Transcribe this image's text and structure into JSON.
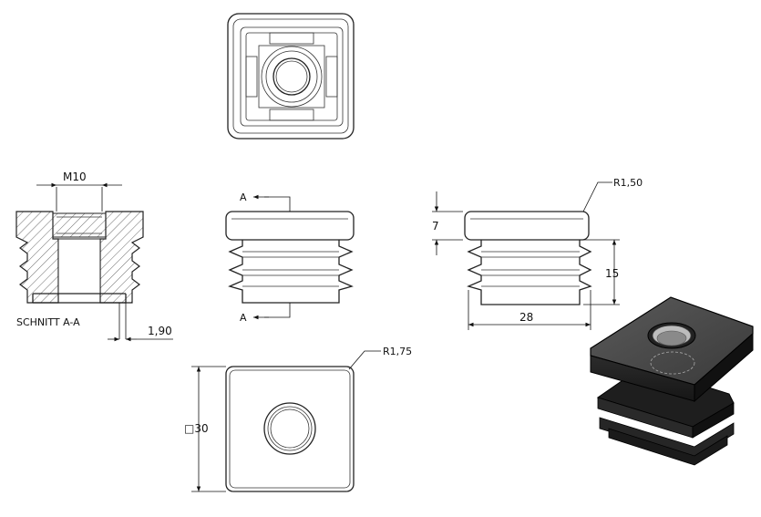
{
  "drawing": {
    "section_label": "SCHNITT A-A",
    "section_marker_top": "A",
    "section_marker_bottom": "A",
    "dimensions": {
      "thread": "M10",
      "wall_thickness": "1,90",
      "head_height": "7",
      "fin_height": "15",
      "fin_width": "28",
      "radius_head": "R1,50",
      "radius_corner": "R1,75",
      "square_size": "□30"
    }
  }
}
